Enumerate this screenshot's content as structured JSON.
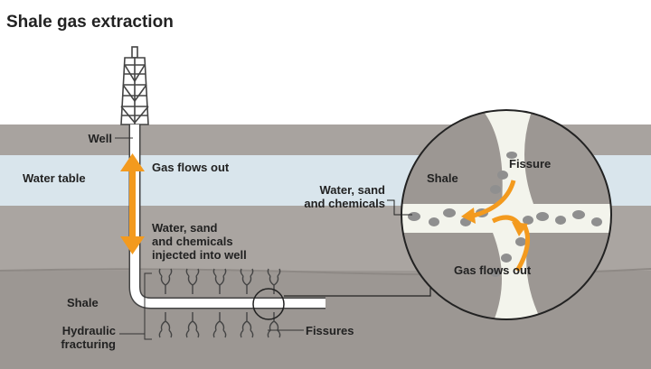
{
  "title": "Shale gas extraction",
  "labels": {
    "well": "Well",
    "water_table": "Water table",
    "gas_flows_out": "Gas flows out",
    "injected": [
      "Water, sand",
      "and chemicals",
      "injected into well"
    ],
    "shale": "Shale",
    "hydraulic": [
      "Hydraulic",
      "fracturing"
    ],
    "fissures": "Fissures",
    "inset_shale": "Shale",
    "inset_fissure": "Fissure",
    "inset_water": [
      "Water, sand",
      "and chemicals"
    ],
    "inset_gas": "Gas flows out"
  },
  "colors": {
    "ground_top": "#a8a39f",
    "water_band": "#d9e5ec",
    "ground_mid": "#aaa5a1",
    "shale_layer": "#9c9793",
    "arrow": "#f39a1e",
    "pipe": "#ffffff",
    "line": "#333333"
  }
}
